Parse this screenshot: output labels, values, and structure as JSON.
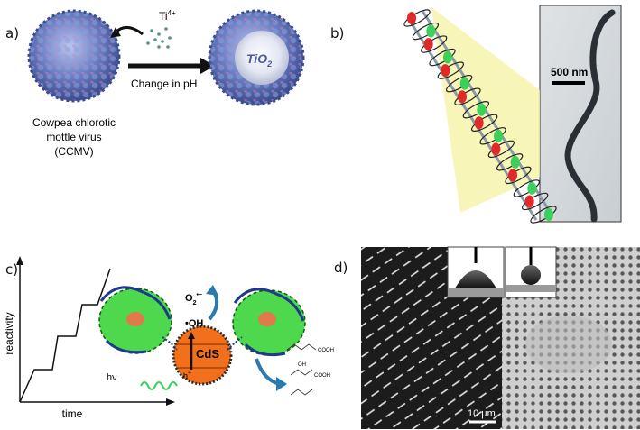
{
  "panels": {
    "a": {
      "label": "a)",
      "ion": "Ti",
      "ion_charge": "4+",
      "arrow_text": "Change in pH",
      "product": "TiO",
      "product_sub": "2",
      "virus_name_1": "Cowpea chlorotic",
      "virus_name_2": "mottle virus",
      "virus_abbr": "(CCMV)"
    },
    "b": {
      "label": "b)",
      "scalebar": "500 nm"
    },
    "c": {
      "label": "c)",
      "ylabel": "reactivity",
      "xlabel": "time",
      "o2": "O",
      "o2_sub": "2",
      "o2_sup": "•−",
      "oh": "•OH",
      "cds": "CdS",
      "hplus": "h",
      "hplus_sup": "+",
      "hv": "hν",
      "chem_1": "COOH",
      "chem_2": "OH",
      "chem_3": "COOH"
    },
    "d": {
      "label": "d)",
      "scalebar": "10 μm"
    }
  },
  "colors": {
    "virus_blue": "#5a6fb5",
    "virus_pink": "#c86aa6",
    "protein_green": "#2fd12f",
    "cds_orange": "#f2701c",
    "helix_red": "#e02a2a",
    "helix_green": "#3ccf5a",
    "beam_yellow": "#f6f2a0"
  }
}
